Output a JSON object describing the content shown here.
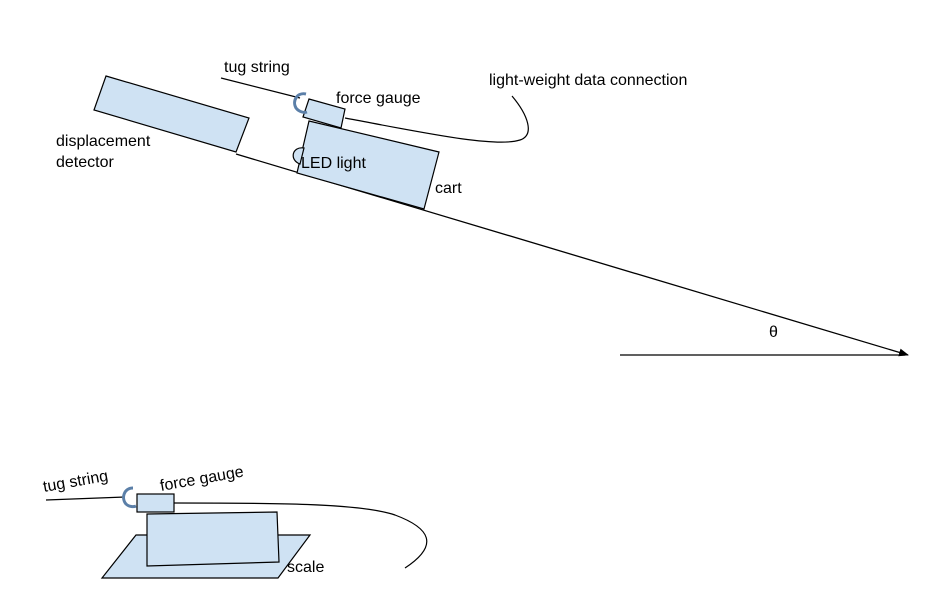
{
  "colors": {
    "fill": "#cfe2f3",
    "stroke": "#000000",
    "background": "#ffffff",
    "hook": "#5b7fa8"
  },
  "top_diagram": {
    "tug_string": "tug string",
    "force_gauge": "force gauge",
    "data_connection": "light-weight data connection",
    "displacement_detector_line1": "displacement",
    "displacement_detector_line2": "detector",
    "led_light": "LED light",
    "cart": "cart",
    "angle": "θ"
  },
  "bottom_diagram": {
    "tug_string": "tug string",
    "force_gauge": "force gauge",
    "scale": "scale"
  }
}
